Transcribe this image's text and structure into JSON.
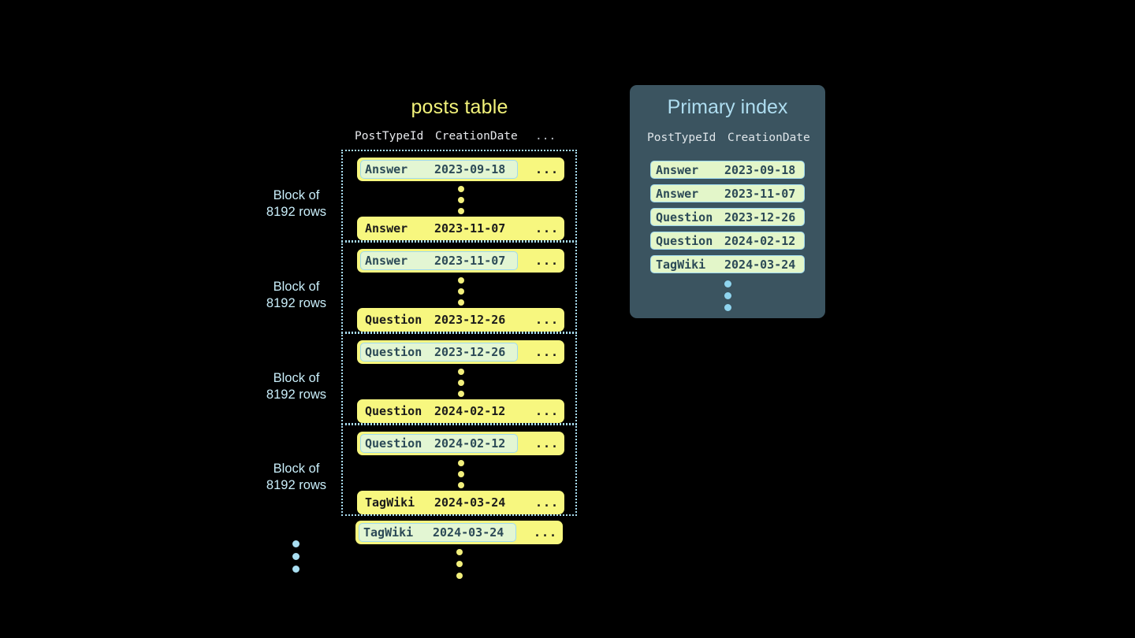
{
  "posts_table": {
    "title": "posts table",
    "columns": [
      "PostTypeId",
      "CreationDate",
      "..."
    ],
    "ellipsis_cell": "...",
    "block_label_line1": "Block of",
    "block_label_line2": "8192 rows",
    "blocks": [
      {
        "label_line1": "Block of",
        "label_line2": "8192 rows",
        "first_row": {
          "post_type_id": "Answer",
          "creation_date": "2023-09-18",
          "rest": "...",
          "highlighted": true
        },
        "last_row": {
          "post_type_id": "Answer",
          "creation_date": "2023-11-07",
          "rest": "...",
          "highlighted": false
        }
      },
      {
        "label_line1": "Block of",
        "label_line2": "8192 rows",
        "first_row": {
          "post_type_id": "Answer",
          "creation_date": "2023-11-07",
          "rest": "...",
          "highlighted": true
        },
        "last_row": {
          "post_type_id": "Question",
          "creation_date": "2023-12-26",
          "rest": "...",
          "highlighted": false
        }
      },
      {
        "label_line1": "Block of",
        "label_line2": "8192 rows",
        "first_row": {
          "post_type_id": "Question",
          "creation_date": "2023-12-26",
          "rest": "...",
          "highlighted": true
        },
        "last_row": {
          "post_type_id": "Question",
          "creation_date": "2024-02-12",
          "rest": "...",
          "highlighted": false
        }
      },
      {
        "label_line1": "Block of",
        "label_line2": "8192 rows",
        "first_row": {
          "post_type_id": "Question",
          "creation_date": "2024-02-12",
          "rest": "...",
          "highlighted": true
        },
        "last_row": {
          "post_type_id": "TagWiki",
          "creation_date": "2024-03-24",
          "rest": "...",
          "highlighted": false
        }
      }
    ],
    "trailing_row": {
      "post_type_id": "TagWiki",
      "creation_date": "2024-03-24",
      "rest": "...",
      "highlighted": true
    }
  },
  "primary_index": {
    "title": "Primary index",
    "columns": [
      "PostTypeId",
      "CreationDate"
    ],
    "rows": [
      {
        "post_type_id": "Answer",
        "creation_date": "2023-09-18"
      },
      {
        "post_type_id": "Answer",
        "creation_date": "2023-11-07"
      },
      {
        "post_type_id": "Question",
        "creation_date": "2023-12-26"
      },
      {
        "post_type_id": "Question",
        "creation_date": "2024-02-12"
      },
      {
        "post_type_id": "TagWiki",
        "creation_date": "2024-03-24"
      }
    ]
  },
  "colors": {
    "background": "#000000",
    "row_yellow": "#f7f77f",
    "highlight_green": "#e3f6d3",
    "highlight_border_blue": "#9fd9ef",
    "block_border_blue": "#a8dcf0",
    "title_yellow": "#f2f27a",
    "label_blue": "#c9eefa",
    "panel_slate": "#3b5460",
    "index_title_blue": "#aeddf0",
    "index_row_green": "#e3f6c9",
    "dot_yellow": "#f2ef7c",
    "dot_blue": "#a9dff2"
  }
}
